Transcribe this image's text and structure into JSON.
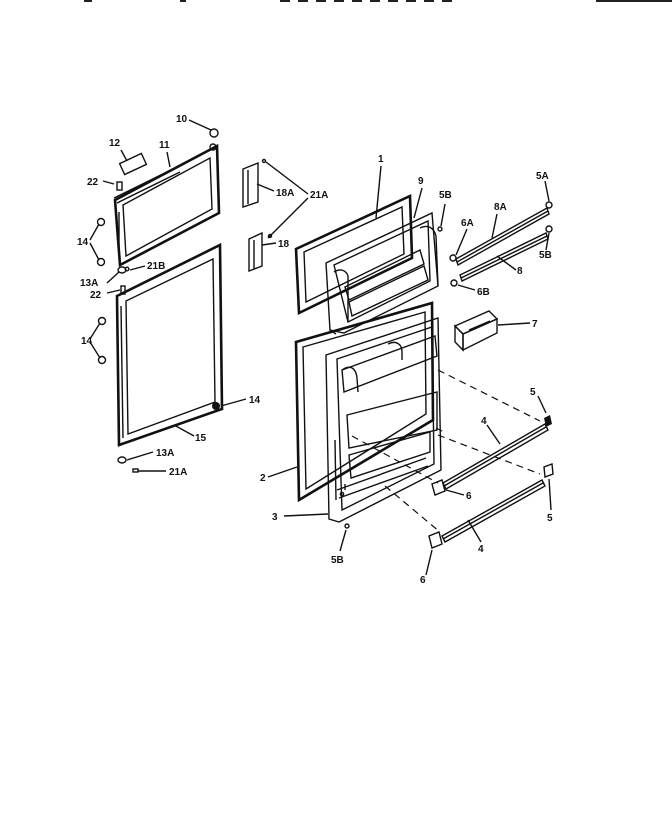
{
  "diagram": {
    "type": "exploded-parts-view",
    "callouts": {
      "p10": "10",
      "p12": "12",
      "p11": "11",
      "p22a": "22",
      "p14a": "14",
      "p13A": "13A",
      "p21Ba": "21B",
      "p22b": "22",
      "p14b": "14",
      "p14c": "14",
      "p15": "15",
      "p13Ab": "13A",
      "p21Ab": "21A",
      "p18A": "18A",
      "p21A": "21A",
      "p18": "18",
      "p1": "1",
      "p9": "9",
      "p5Ba": "5B",
      "p6A": "6A",
      "p8A": "8A",
      "p5A": "5A",
      "p5B": "5B",
      "p8": "8",
      "p6B": "6B",
      "p7": "7",
      "p5a": "5",
      "p4a": "4",
      "p2": "2",
      "p6a": "6",
      "p3": "3",
      "p5b": "5",
      "p5Bb": "5B",
      "p4b": "4",
      "p6b": "6"
    }
  }
}
